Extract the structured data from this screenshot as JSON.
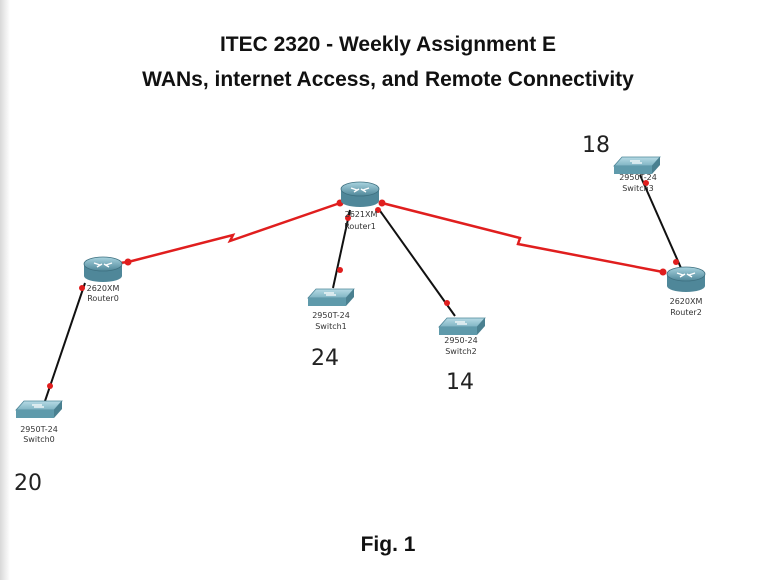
{
  "header": {
    "title": "ITEC 2320 - Weekly Assignment E",
    "subtitle": "WANs, internet Access, and Remote Connectivity"
  },
  "caption": "Fig. 1",
  "devices": {
    "router0": {
      "model": "2620XM",
      "name": "Router0"
    },
    "router1": {
      "model": "2621XM",
      "name": "Router1"
    },
    "router2": {
      "model": "2620XM",
      "name": "Router2"
    },
    "switch0": {
      "model": "2950T-24",
      "name": "Switch0",
      "host_count": "20"
    },
    "switch1": {
      "model": "2950T-24",
      "name": "Switch1",
      "host_count": "24"
    },
    "switch2": {
      "model": "2950-24",
      "name": "Switch2",
      "host_count": "14"
    },
    "switch3": {
      "model": "2950T-24",
      "name": "Switch3",
      "host_count": "18"
    }
  },
  "colors": {
    "serial_link": "#e01e1e",
    "ethernet_link": "#111111",
    "link_endpoint": "#e01e1e",
    "router_body": "#5f9aab",
    "switch_body": "#6fa8b8"
  },
  "icons": {
    "router": "router-icon",
    "switch": "switch-icon"
  }
}
